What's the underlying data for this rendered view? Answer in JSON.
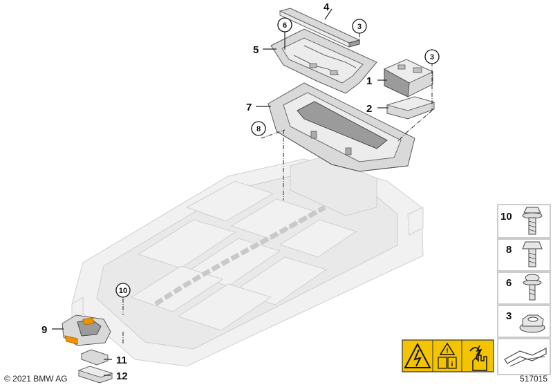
{
  "callouts": {
    "c1": "1",
    "c2": "2",
    "c3a": "3",
    "c3b": "3",
    "c4": "4",
    "c5": "5",
    "c6": "6",
    "c7": "7",
    "c8": "8",
    "c9": "9",
    "c10": "10",
    "c11": "11",
    "c12": "12"
  },
  "legend": {
    "items": [
      "10",
      "8",
      "6",
      "3"
    ]
  },
  "footer": {
    "copyright": "© 2021 BMW AG",
    "doc_number": "517015"
  },
  "colors": {
    "warning_yellow": "#f4c400",
    "connector_orange": "#f39200"
  }
}
